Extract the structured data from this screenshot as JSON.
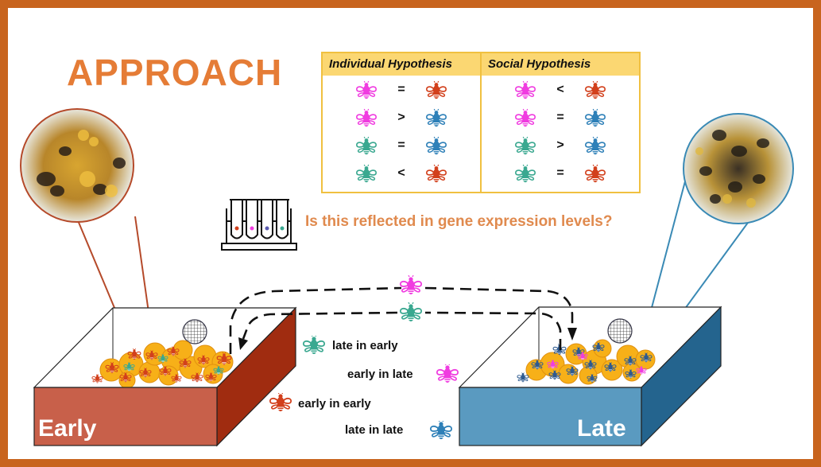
{
  "title": "APPROACH",
  "colors": {
    "border": "#c8641e",
    "title": "#e57c36",
    "table_border": "#f0c040",
    "table_header": "#fbd772",
    "bee_early_in_late": "#f03ce0",
    "bee_early_in_early": "#d2401c",
    "bee_late_in_early": "#3aa890",
    "bee_late_in_late": "#2e80b8",
    "early_box": "#c8604a",
    "early_box_side": "#9a2a10",
    "late_box": "#5a9ac0",
    "late_box_side": "#24648e",
    "brood": "#f7b018"
  },
  "hypothesis_table": {
    "columns": [
      {
        "header": "Individual Hypothesis",
        "rows": [
          {
            "left": "early_in_late",
            "op": "=",
            "right": "early_in_early"
          },
          {
            "left": "early_in_late",
            "op": ">",
            "right": "late_in_late"
          },
          {
            "left": "late_in_early",
            "op": "=",
            "right": "late_in_late"
          },
          {
            "left": "late_in_early",
            "op": "<",
            "right": "early_in_early"
          }
        ]
      },
      {
        "header": "Social Hypothesis",
        "rows": [
          {
            "left": "early_in_late",
            "op": "<",
            "right": "early_in_early"
          },
          {
            "left": "early_in_late",
            "op": "=",
            "right": "late_in_late"
          },
          {
            "left": "late_in_early",
            "op": ">",
            "right": "late_in_late"
          },
          {
            "left": "late_in_early",
            "op": "=",
            "right": "early_in_early"
          }
        ]
      }
    ]
  },
  "question": "Is this reflected in gene expression levels?",
  "test_tubes_icon": "test-tubes-icon",
  "legend": [
    {
      "label": "late in early",
      "bee": "late_in_early"
    },
    {
      "label": "early in late",
      "bee": "early_in_late"
    },
    {
      "label": "early in early",
      "bee": "early_in_early"
    },
    {
      "label": "late in late",
      "bee": "late_in_late"
    }
  ],
  "boxes": {
    "early_label": "Early",
    "late_label": "Late"
  }
}
